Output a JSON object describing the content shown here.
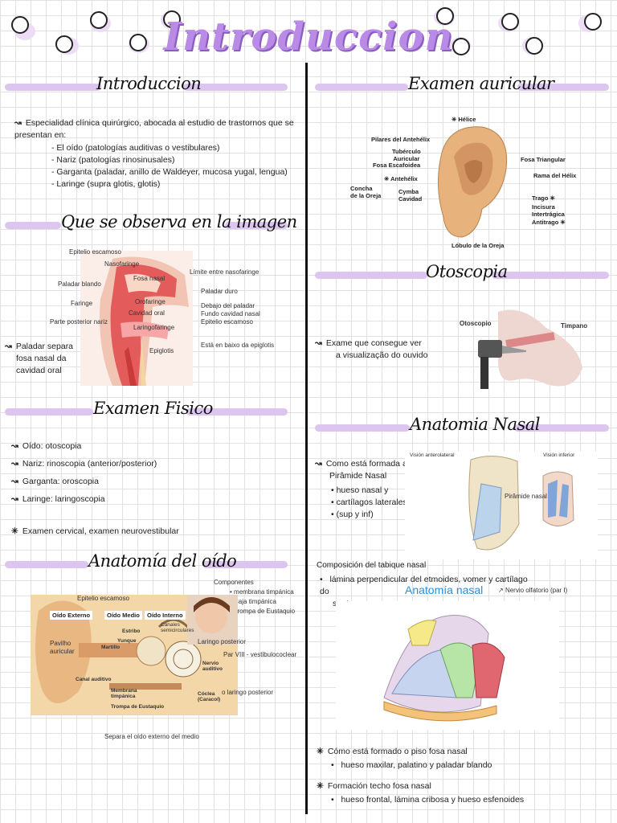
{
  "title": "Introduccion",
  "left": {
    "intro": {
      "heading": "Introduccion",
      "line1": "Especialidad clínica quirúrgico, abocada al estudio de trastornos que se",
      "line2": "presentan en:",
      "items": [
        "- El oído (patologías auditivas o vestibulares)",
        "- Nariz (patologías rinosinusales)",
        "- Garganta (paladar, anillo de Waldeyer, mucosa yugal, lengua)",
        "- Laringe (supra glotis, glotis)"
      ]
    },
    "observa": {
      "heading": "Que se observa en la imagen",
      "labels": {
        "epitelio": "Epitelio escamoso",
        "nasofaringe": "Nasofaringe",
        "fosa_nasal": "Fosa nasal",
        "limite": "Límite entre nasofaringe",
        "paladar_blando": "Paladar blando",
        "paladar_duro": "Paladar duro",
        "faringe": "Faringe",
        "orofaringe": "Orofaringe",
        "cavidad_oral": "Cavidad oral",
        "debajo1": "Debajo del paladar",
        "debajo2": "Fundo cavidad nasal",
        "debajo3": "Epitelio escamoso",
        "posterior": "Parte posterior nariz",
        "laringofaringe": "Laringofaringe",
        "epiglotis": "Epiglotis",
        "bajo_epiglotis": "Está en baixo da epiglotis"
      },
      "note1": "Paladar  separa",
      "note2": "fosa nasal da",
      "note3": "cavidad oral"
    },
    "examen": {
      "heading": "Examen Fisico",
      "items": [
        "Oído: otoscopia",
        "Nariz: rinoscopia (anterior/posterior)",
        "Garganta: oroscopia",
        "Laringe: laringoscopia"
      ],
      "extra": "Examen cervical, examen neurovestibular"
    },
    "anatomia_oido": {
      "heading": "Anatomía  del oído",
      "componentes": "Componentes",
      "comp_items": [
        "membrana timpánica",
        "Caja timpánica",
        "Trompa de Eustaquio"
      ],
      "epitelio": "Epitelio escamoso",
      "oido_externo": "Oído Externo",
      "oido_medio": "Oído Medio",
      "oido_interno": "Oído Interno",
      "canales": "Canales semicirculares",
      "estribo": "Estribo",
      "yunque": "Yunque",
      "martillo": "Martillo",
      "nervio": "Nervio auditivo",
      "canal": "Canal auditivo",
      "membrana": "Membrana timpánica",
      "coclea": "Cóclea (Caracol)",
      "trompa": "Trompa de Eustaquio",
      "pavilhao1": "Pavilho",
      "pavilhao2": "auricular",
      "laringo_post": "Laringo posterior",
      "par_viii": "Par VIII - vestibulococlear",
      "laringo_post2": "o laringo posterior",
      "separa": "Separa el oído externo del medio"
    }
  },
  "right": {
    "auricular": {
      "heading": "Examen auricular",
      "labels": {
        "helice": "Hélice",
        "pilares": "Pilares del Antehélix",
        "tuberculo1": "Tubérculo",
        "tuberculo2": "Auricular",
        "fosa_esc": "Fosa Escafoidea",
        "antehelix": "Antehélix",
        "concha1": "Concha",
        "concha2": "de la Oreja",
        "cymba1": "Cymba",
        "cymba2": "Cavidad",
        "fosa_tri": "Fosa Triangular",
        "rama": "Rama del Hélix",
        "trago": "Trago",
        "incisura1": "Incisura",
        "incisura2": "Intertrágica",
        "antitrago": "Antitrago",
        "lobulo": "Lóbulo de la Oreja"
      }
    },
    "otoscopia": {
      "heading": "Otoscopia",
      "otoscopio": "Otoscopio",
      "timpano": "Timpano",
      "line1": "Exame que consegue ver",
      "line2": "a visualização do ouvido"
    },
    "nasal": {
      "heading": "Anatomia Nasal",
      "piramide_q1": "Como está formada a",
      "piramide_q2": "Pirâmide Nasal",
      "piramide_items": [
        "hueso nasal y",
        "cartílagos laterales",
        "(sup y inf)"
      ],
      "vista_ant": "Visión anterolateral",
      "vista_inf": "Visión inferior",
      "piramide_label": "Pirâmide nasal",
      "tabique_title": "Composición del tabique nasal",
      "tabique_item1": "lámina perpendicular del etmoides, vomer y cartílago do",
      "tabique_item2": "septo",
      "nervio": "Nervio olfatorio (par I)",
      "anat_title": "Anatomía nasal",
      "piso_q": "Cómo está formado o piso fosa nasal",
      "piso_item": "hueso maxilar, palatino y paladar blando",
      "techo_q": "Formación techo fosa nasal",
      "techo_item": "hueso frontal, lámina cribosa y hueso esfenoides"
    }
  }
}
